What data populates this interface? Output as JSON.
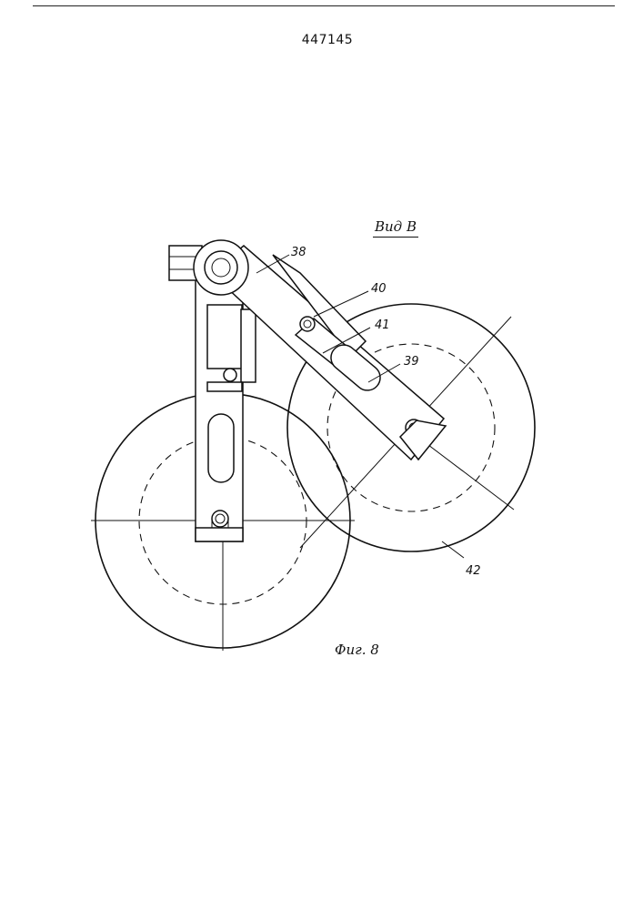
{
  "header": {
    "patent_number": "447145"
  },
  "view_label": "Вид В",
  "figure_label": "Фиг. 8",
  "callouts": {
    "c38": "38",
    "c39": "39",
    "c40": "40",
    "c41": "41",
    "c42": "42"
  },
  "colors": {
    "ink": "#111111",
    "paper": "#ffffff"
  }
}
